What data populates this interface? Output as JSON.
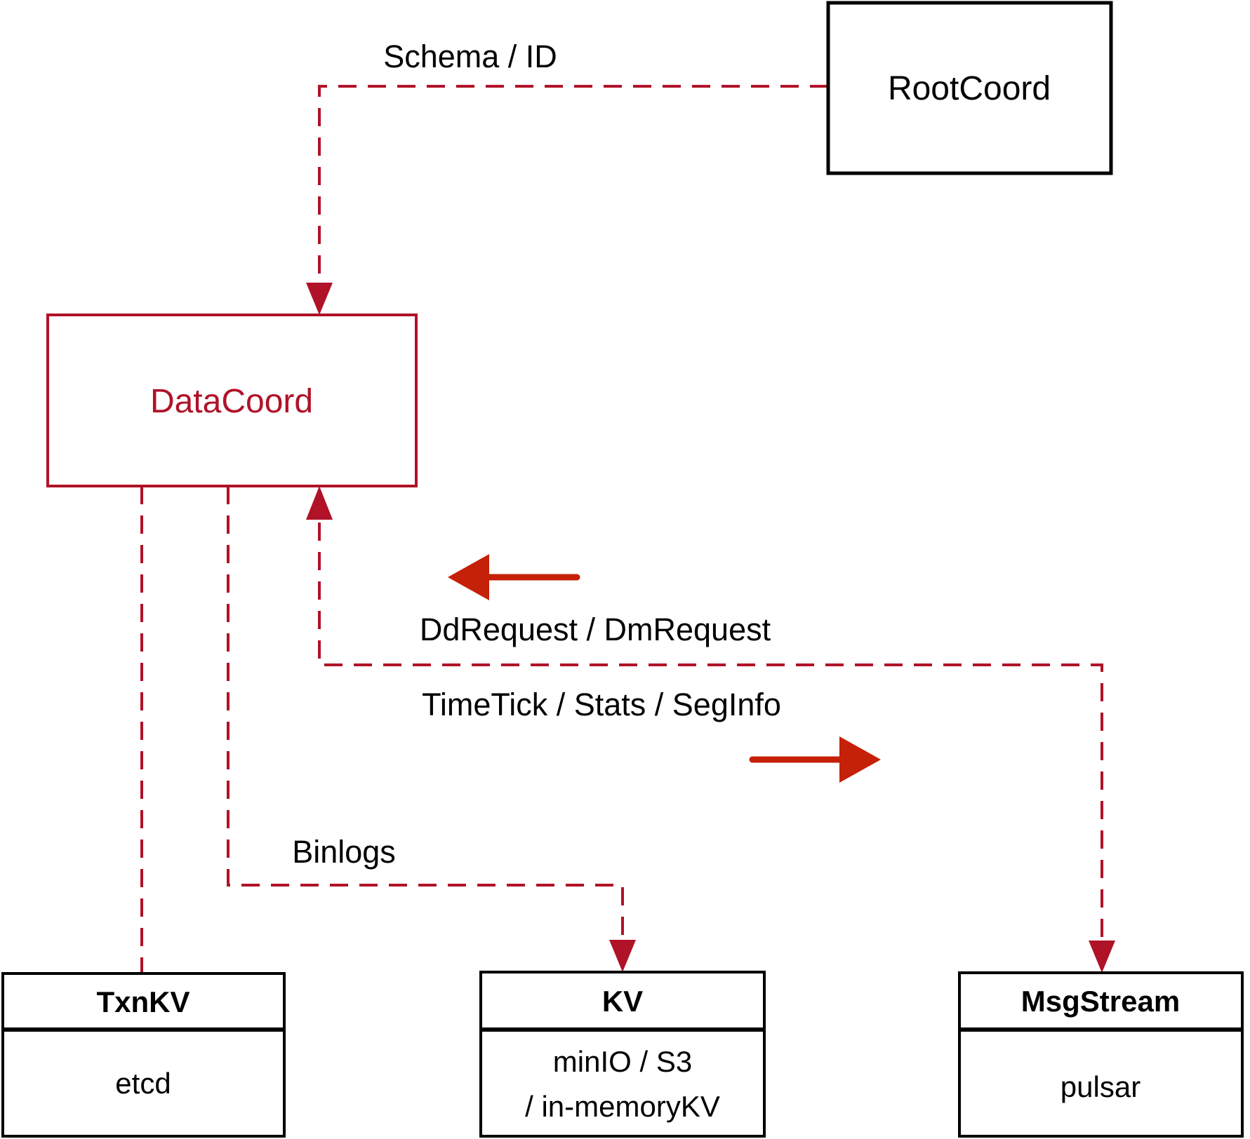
{
  "nodes": {
    "rootcoord": {
      "label": "RootCoord"
    },
    "datacoord": {
      "label": "DataCoord"
    },
    "txnkv": {
      "title": "TxnKV",
      "impl": "etcd"
    },
    "kv": {
      "title": "KV",
      "impl_line1": "minIO / S3",
      "impl_line2": "/ in-memoryKV"
    },
    "msgstream": {
      "title": "MsgStream",
      "impl": "pulsar"
    }
  },
  "edges": {
    "schema_id": {
      "label": "Schema / ID"
    },
    "dd_dm": {
      "label": "DdRequest / DmRequest"
    },
    "timetick": {
      "label": "TimeTick / Stats / SegInfo"
    },
    "binlogs": {
      "label": "Binlogs"
    }
  },
  "colors": {
    "dashed_line": "#b01228",
    "solid_arrow": "#c52008",
    "box_border_black": "#000000",
    "background": "#ffffff"
  }
}
